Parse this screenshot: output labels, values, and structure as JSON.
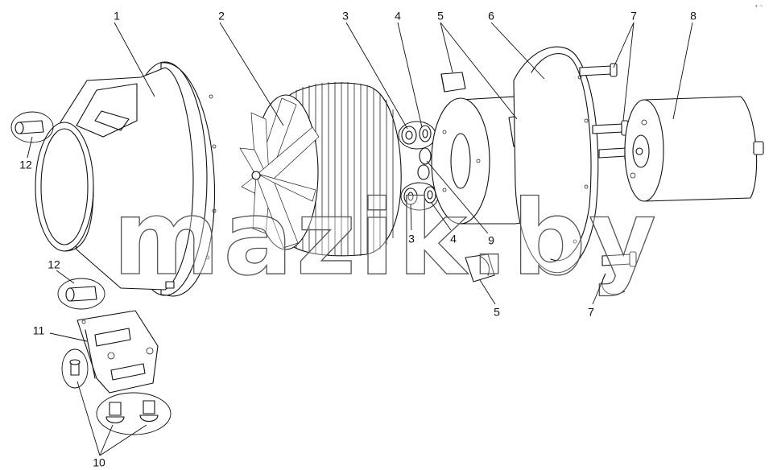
{
  "diagram": {
    "callouts": [
      "1",
      "2",
      "3",
      "4",
      "5",
      "6",
      "7",
      "8",
      "12",
      "3",
      "4",
      "9",
      "5",
      "12",
      "11",
      "7",
      "10"
    ],
    "watermark": "mazik.by",
    "corner_mark": "• ~"
  }
}
